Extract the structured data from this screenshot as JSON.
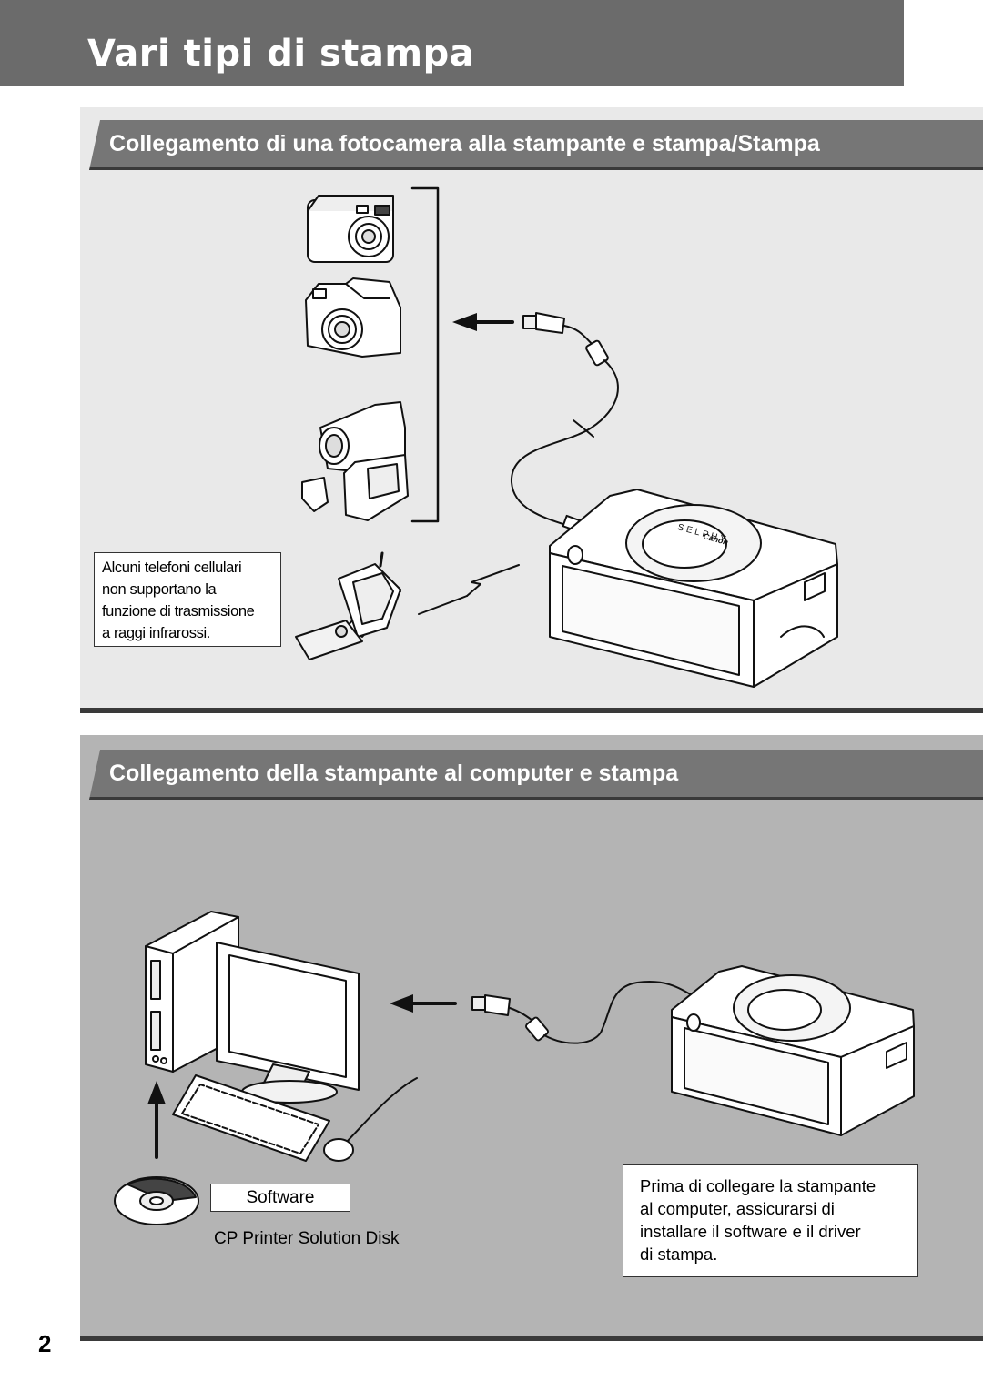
{
  "page": {
    "title": "Vari tipi di stampa",
    "page_number": "2"
  },
  "section1": {
    "heading": "Collegamento di una fotocamera alla stampante e stampa/Stampa",
    "note_lines": [
      "Alcuni telefoni cellulari",
      "non supportano la",
      "funzione di trasmissione",
      "a raggi infrarossi."
    ],
    "printer_brand": "Canon",
    "printer_model": "SELPHY"
  },
  "section2": {
    "heading": "Collegamento della stampante al computer e stampa",
    "software_label": "Software",
    "disk_label": "CP Printer Solution Disk",
    "note_lines": [
      "Prima di collegare la stampante",
      "al computer, assicurarsi di",
      "installare il software e il driver",
      "di stampa."
    ]
  },
  "icons": [
    "digital-camera-icon",
    "bridge-camera-icon",
    "camcorder-icon",
    "mobile-phone-icon",
    "infrared-signal-icon",
    "usb-cable-icon",
    "photo-printer-icon",
    "computer-tower-icon",
    "monitor-icon",
    "keyboard-icon",
    "mouse-icon",
    "cd-disk-icon",
    "arrow-icon"
  ],
  "colors": {
    "title_bar": "#6b6b6b",
    "section_head": "#767676",
    "panel1_bg": "#e9e9e9",
    "panel2_bg": "#b4b4b4"
  }
}
